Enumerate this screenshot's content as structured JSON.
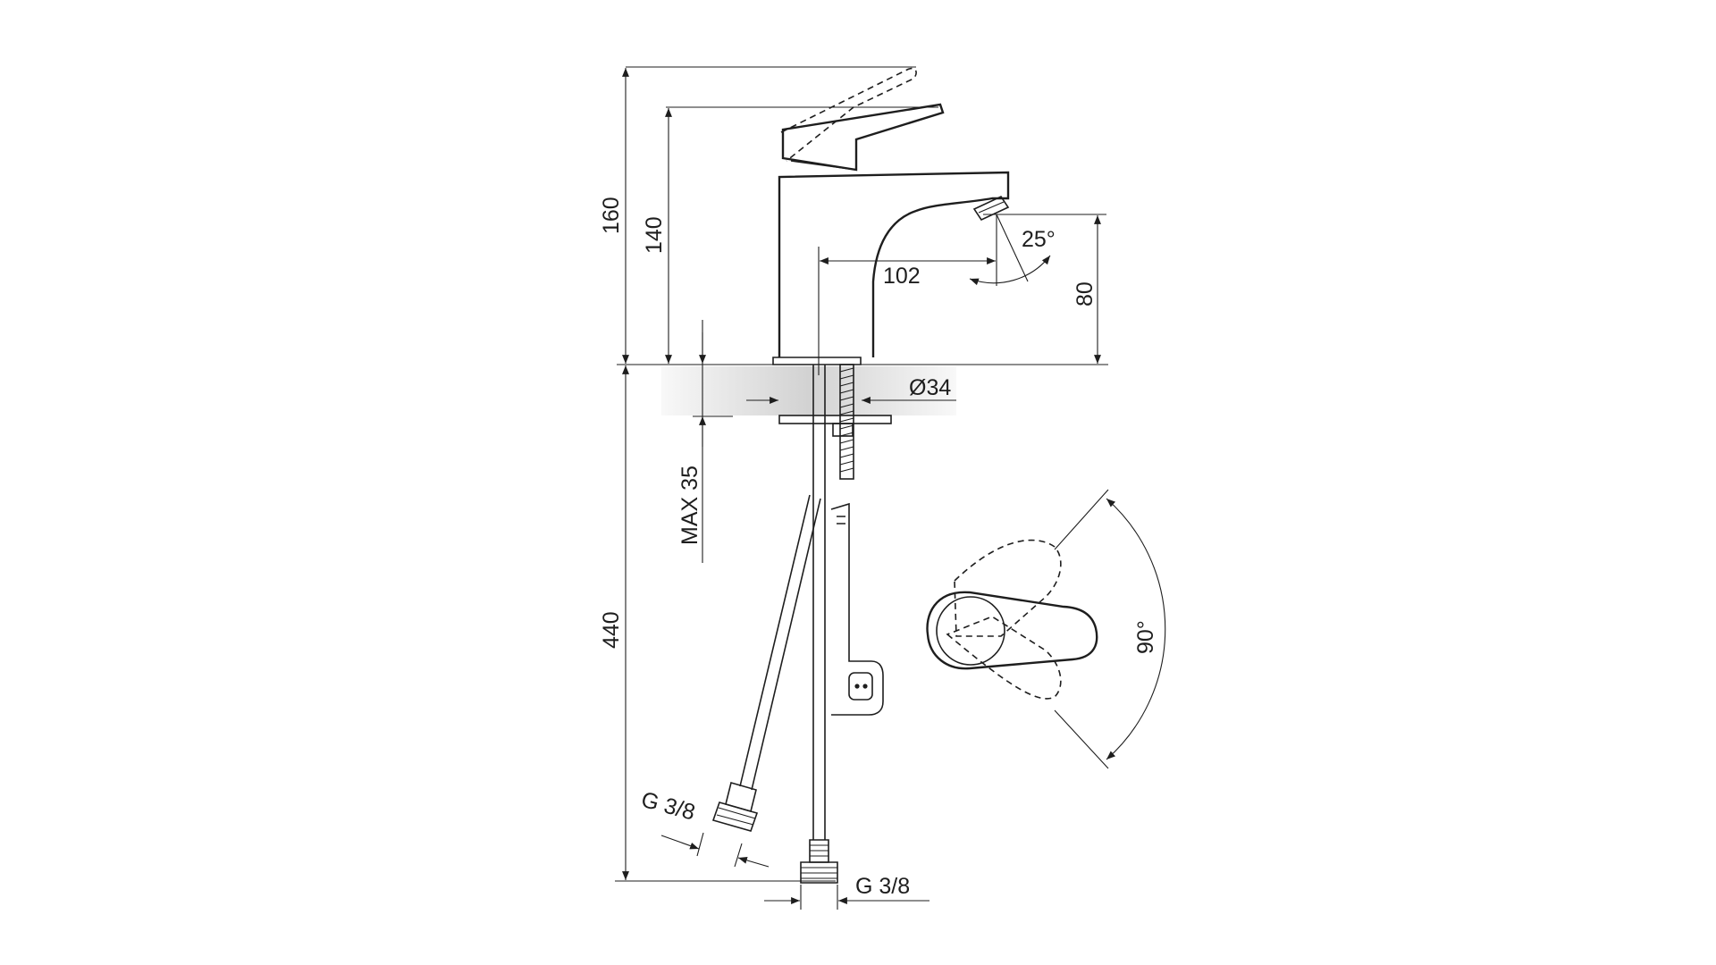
{
  "dimensions": {
    "total_height": "160",
    "spout_height_lever": "140",
    "outlet_height": "80",
    "spout_reach": "102",
    "spout_angle": "25°",
    "base_diameter": "Ø34",
    "max_deck_thickness": "MAX 35",
    "hose_length": "440",
    "hose_connection_left": "G 3/8",
    "hose_connection_bottom": "G 3/8",
    "lever_rotation": "90°"
  },
  "colors": {
    "line": "#1e1e1e",
    "deck": "#d9d9d9"
  }
}
